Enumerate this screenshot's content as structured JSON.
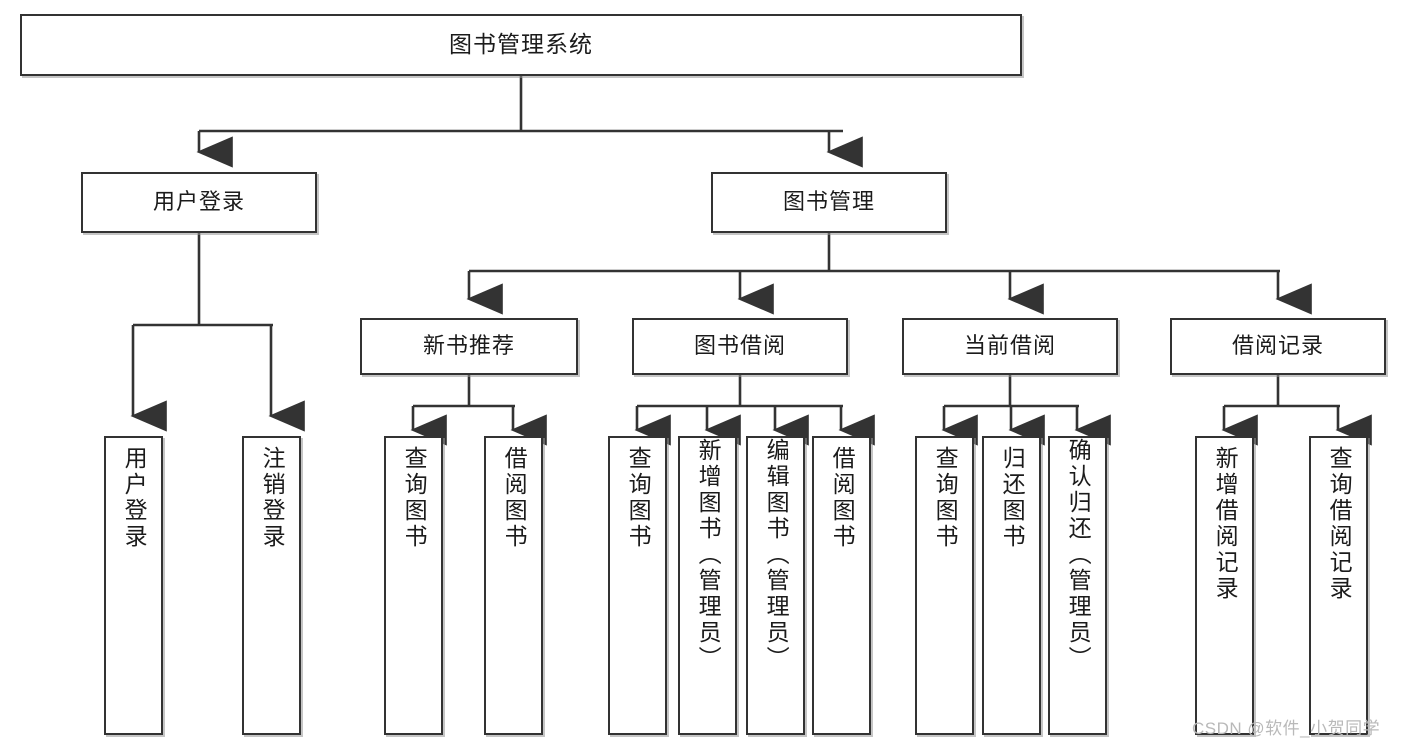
{
  "diagram": {
    "type": "hierarchy-tree",
    "title": "图书管理系统",
    "watermark": "CSDN @软件_小贺同学",
    "colors": {
      "box_border": "#333333",
      "box_fill": "#ffffff",
      "connector": "#333333",
      "text": "#1b1b1b",
      "watermark": "#b9b9b9"
    },
    "nodes": {
      "root": {
        "label": "图书管理系统"
      },
      "level1": [
        {
          "id": "user-login",
          "label": "用户登录"
        },
        {
          "id": "book-management",
          "label": "图书管理"
        }
      ],
      "level2": [
        {
          "id": "new-book-recommend",
          "label": "新书推荐"
        },
        {
          "id": "book-borrow",
          "label": "图书借阅"
        },
        {
          "id": "current-borrow",
          "label": "当前借阅"
        },
        {
          "id": "borrow-record",
          "label": "借阅记录"
        }
      ],
      "leaves": {
        "user-login": [
          {
            "id": "leaf-user-login",
            "label": "用户登录"
          },
          {
            "id": "leaf-user-logout",
            "label": "注销登录"
          }
        ],
        "new-book-recommend": [
          {
            "id": "leaf-query-book-1",
            "label": "查询图书"
          },
          {
            "id": "leaf-borrow-book-1",
            "label": "借阅图书"
          }
        ],
        "book-borrow": [
          {
            "id": "leaf-query-book-2",
            "label": "查询图书"
          },
          {
            "id": "leaf-add-book",
            "label": "新增图书（管理员）"
          },
          {
            "id": "leaf-edit-book",
            "label": "编辑图书（管理员）"
          },
          {
            "id": "leaf-borrow-book-2",
            "label": "借阅图书"
          }
        ],
        "current-borrow": [
          {
            "id": "leaf-query-book-3",
            "label": "查询图书"
          },
          {
            "id": "leaf-return-book",
            "label": "归还图书"
          },
          {
            "id": "leaf-confirm-return",
            "label": "确认归还（管理员）"
          }
        ],
        "borrow-record": [
          {
            "id": "leaf-add-record",
            "label": "新增借阅记录"
          },
          {
            "id": "leaf-query-record",
            "label": "查询借阅记录"
          }
        ]
      }
    }
  }
}
